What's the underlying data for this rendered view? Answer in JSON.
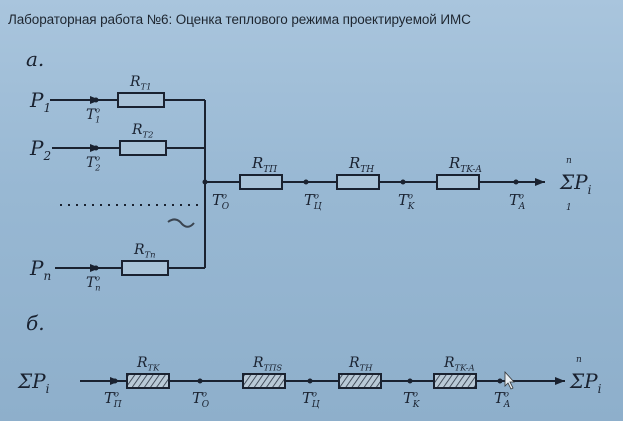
{
  "title": "Лабораторная работа №6: Оценка теплового режима проектируемой ИМС",
  "diagram_a": {
    "section_label": "а.",
    "sources": [
      {
        "power": {
          "main": "P",
          "sub": "1"
        },
        "resistor": {
          "main": "R",
          "sub": "T1"
        },
        "temp": {
          "main": "T",
          "sub": "1",
          "sup": "o"
        }
      },
      {
        "power": {
          "main": "P",
          "sub": "2"
        },
        "resistor": {
          "main": "R",
          "sub": "T2"
        },
        "temp": {
          "main": "T",
          "sub": "2",
          "sup": "o"
        }
      },
      {
        "power": {
          "main": "P",
          "sub": "n"
        },
        "resistor": {
          "main": "R",
          "sub": "Tn"
        },
        "temp": {
          "main": "T",
          "sub": "n",
          "sup": "o"
        }
      }
    ],
    "series_resistors": [
      {
        "main": "R",
        "sub": "TП"
      },
      {
        "main": "R",
        "sub": "TH"
      },
      {
        "main": "R",
        "sub": "TK-A"
      }
    ],
    "nodes": [
      {
        "main": "T",
        "sub": "O",
        "sup": "o"
      },
      {
        "main": "T",
        "sub": "Ц",
        "sup": "o"
      },
      {
        "main": "T",
        "sub": "K",
        "sup": "o"
      },
      {
        "main": "T",
        "sub": "A",
        "sup": "o"
      }
    ],
    "output": {
      "main": "ΣP",
      "sub": "i",
      "top": "n",
      "bottom": "1"
    }
  },
  "diagram_b": {
    "section_label": "б.",
    "input": {
      "main": "ΣP",
      "sub": "i"
    },
    "series_resistors": [
      {
        "main": "R",
        "sub": "TK"
      },
      {
        "main": "R",
        "sub": "TПS"
      },
      {
        "main": "R",
        "sub": "TH"
      },
      {
        "main": "R",
        "sub": "TK-A"
      }
    ],
    "nodes": [
      {
        "main": "T",
        "sub": "П",
        "sup": "o"
      },
      {
        "main": "T",
        "sub": "O",
        "sup": "o"
      },
      {
        "main": "T",
        "sub": "Ц",
        "sup": "o"
      },
      {
        "main": "T",
        "sub": "K",
        "sup": "o"
      },
      {
        "main": "T",
        "sub": "A",
        "sup": "o"
      }
    ],
    "output": {
      "main": "ΣP",
      "sub": "i",
      "top": "n"
    }
  }
}
